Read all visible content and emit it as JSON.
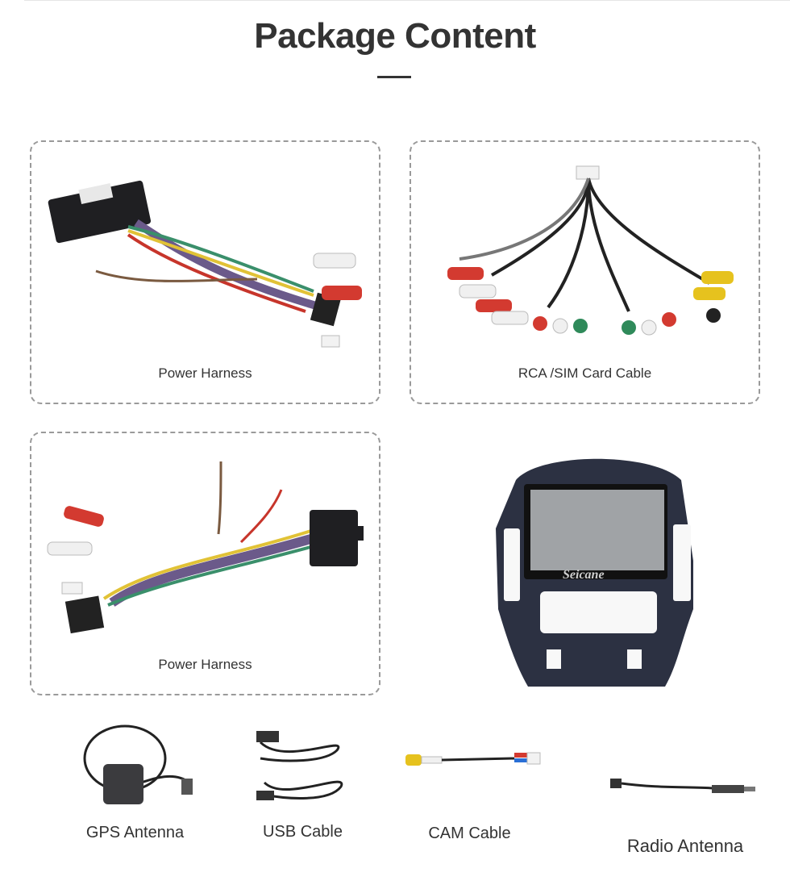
{
  "header": {
    "title": "Package Content"
  },
  "items": [
    {
      "label": "Power Harness"
    },
    {
      "label": "RCA /SIM Card Cable"
    },
    {
      "label": "Power Harness"
    },
    {
      "label": "Seicane"
    },
    {
      "label": "GPS Antenna"
    },
    {
      "label": "USB Cable"
    },
    {
      "label": "CAM Cable"
    },
    {
      "label": "Radio Antenna"
    }
  ],
  "colors": {
    "text": "#333333",
    "panel_border": "#9a9a9a",
    "unit_frame": "#2c3142"
  }
}
